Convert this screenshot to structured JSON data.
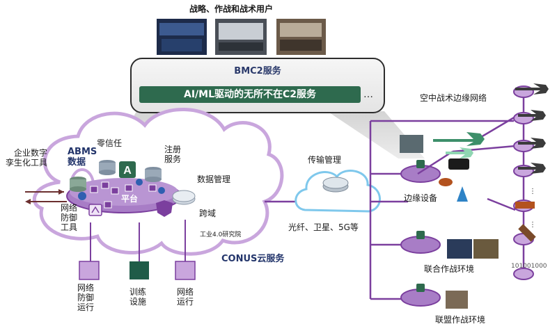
{
  "top_title": "战略、作战和战术用户",
  "bmc2": {
    "title": "BMC2服务",
    "service_bar": "AI/ML驱动的无所不在C2服务",
    "more": "…"
  },
  "cloud": {
    "abms_data": "ABMS\n数据",
    "zero_trust": "零信任",
    "registration": "注册\n服务",
    "data_mgmt": "数据管理",
    "platform": "平台",
    "cross_domain": "跨域",
    "cyber_defense_tools": "网络\n防御\n工具",
    "industry_lab": "工业4.0研究院",
    "conus": "CONUS云服务"
  },
  "digital_twin": "企业数字\n孪生化工具",
  "transport": {
    "title": "传输管理",
    "links": "光纤、卫星、5G等"
  },
  "bottom_boxes": [
    {
      "label": "网络\n防御\n运行",
      "color": "#c9a6dd"
    },
    {
      "label": "训练\n设施",
      "color": "#1f5c48"
    },
    {
      "label": "网络\n运行",
      "color": "#c9a6dd"
    }
  ],
  "edge": {
    "air_tactical_edge": "空中战术边缘网络",
    "edge_device": "边缘设备",
    "joint_env": "联合作战环境",
    "coalition_env": "联盟作战环境",
    "binary": "101001000"
  },
  "colors": {
    "purple": "#7b3f9e",
    "dark_green": "#2e6a4e",
    "light_purple": "#c9a6dd"
  }
}
